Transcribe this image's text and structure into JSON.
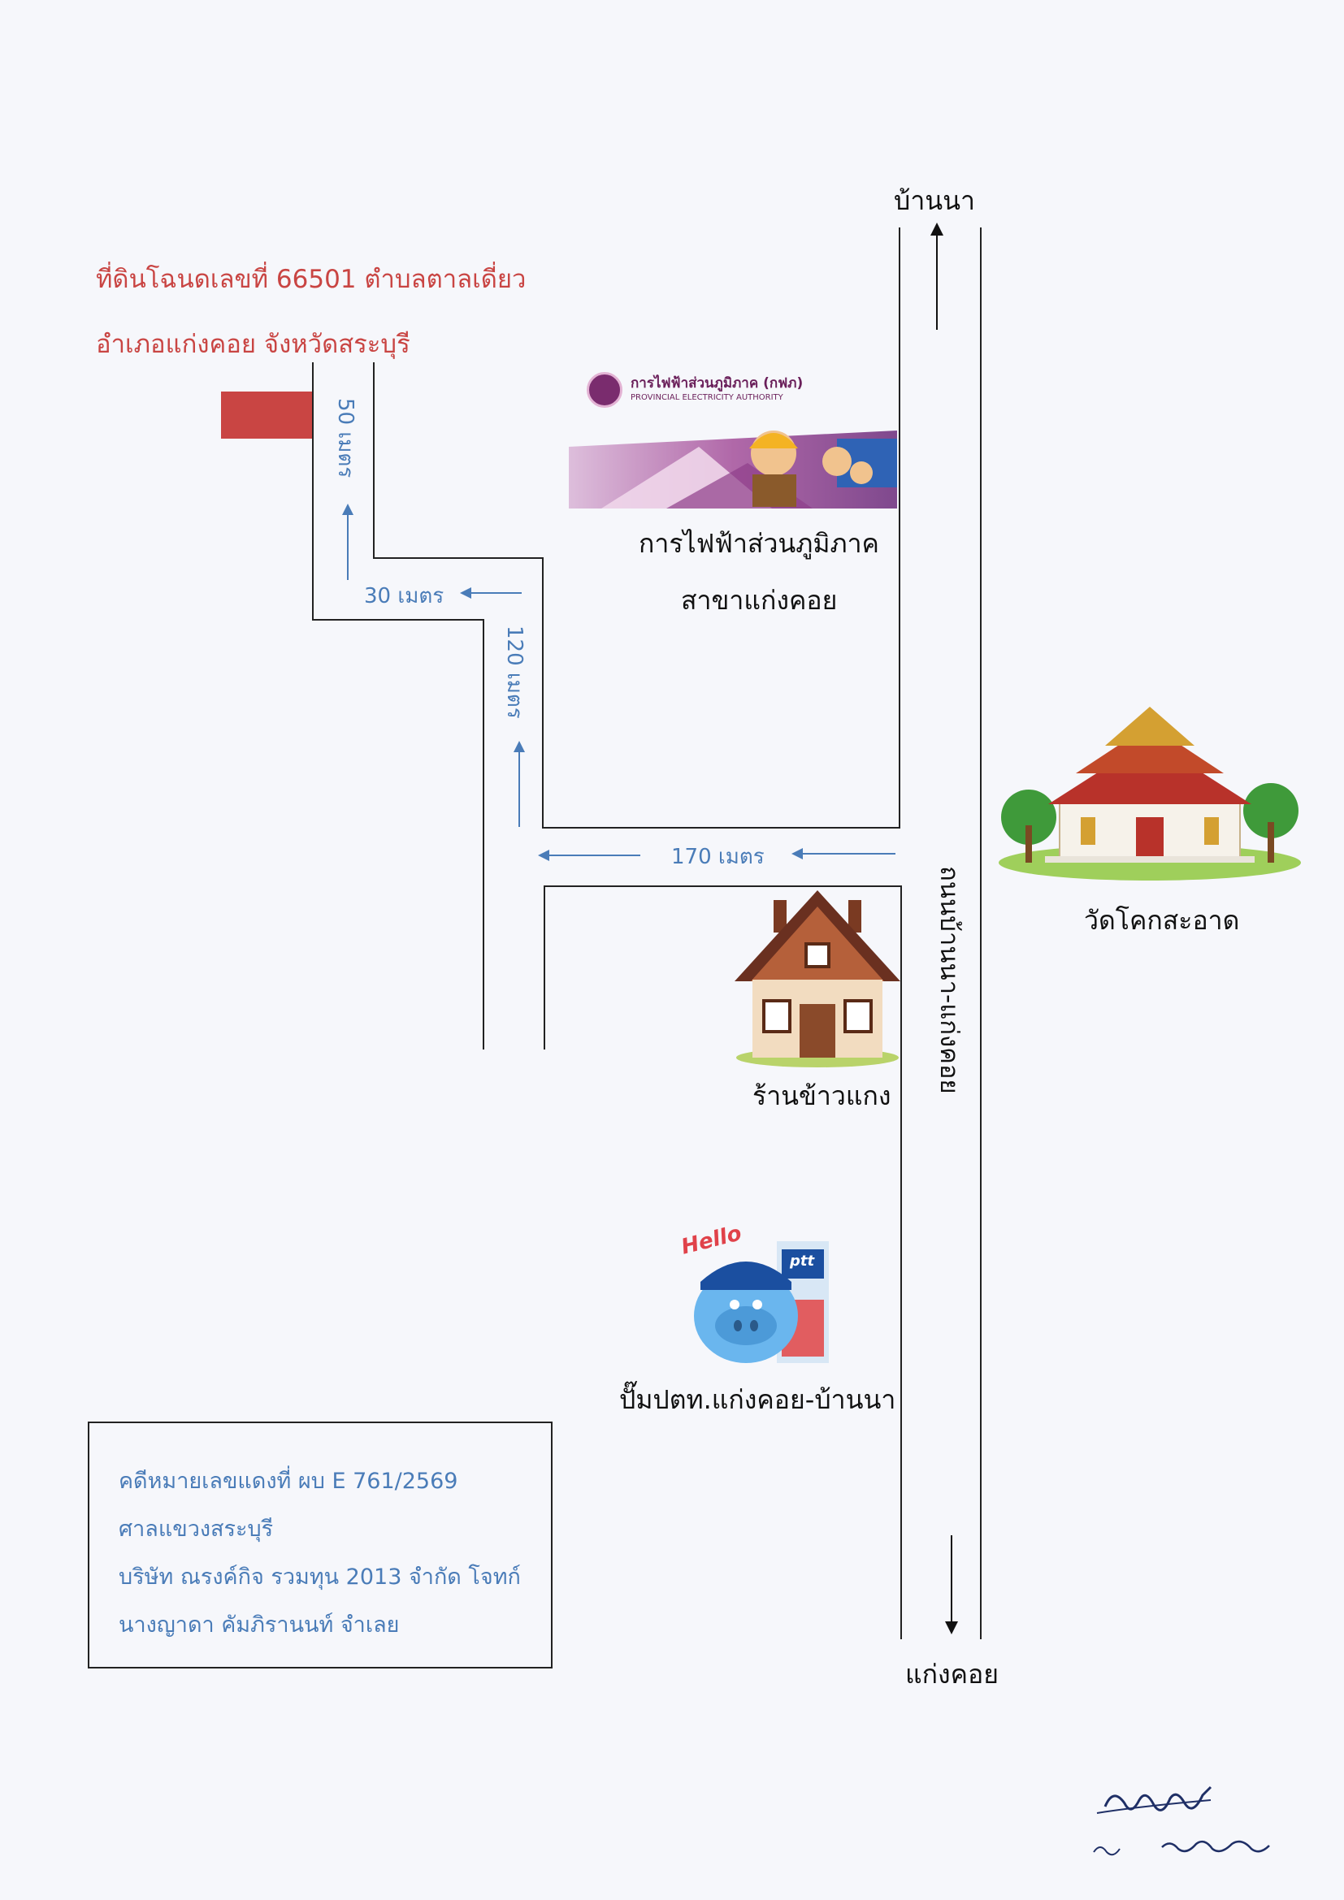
{
  "land": {
    "line1": "ที่ดินโฉนดเลขที่  66501  ตำบลตาลเดี่ยว",
    "line2": "อำเภอแก่งคอย  จังหวัดสระบุรี",
    "marker_color": "#c94543"
  },
  "distances": {
    "d50": "50 เมตร",
    "d30": "30 เมตร",
    "d120": "120 เมตร",
    "d170": "170 เมตร"
  },
  "road": {
    "north_label": "บ้านนา",
    "south_label": "แก่งคอย",
    "name": "ถนนบ้านนา-แก่งคอย"
  },
  "landmarks": {
    "pea_logo_th": "การไฟฟ้าส่วนภูมิภาค (กฟภ)",
    "pea_logo_en": "PROVINCIAL ELECTRICITY AUTHORITY",
    "pea_name1": "การไฟฟ้าส่วนภูมิภาค",
    "pea_name2": "สาขาแก่งคอย",
    "temple": "วัดโคกสะอาด",
    "shop": "ร้านข้าวแกง",
    "gas_station": "ปั๊มปตท.แก่งคอย-บ้านนา",
    "gas_hello": "Hello",
    "gas_brand": "ptt"
  },
  "case": {
    "line1": "คดีหมายเลขแดงที่ ผบ E 761/2569",
    "line2": "ศาลแขวงสระบุรี",
    "line3": "บริษัท ณรงค์กิจ รวมทุน 2013 จำกัด  โจทก์",
    "line4": "นางญาดา  คัมภิรานนท์  จำเลย"
  },
  "colors": {
    "red_text": "#c94543",
    "blue_text": "#4a7cb8",
    "ink": "#1f2f66"
  },
  "icons": [
    "pea-logo-icon",
    "worker-mascot-icon",
    "temple-icon",
    "house-icon",
    "mascot-hippo-icon",
    "arrow-icon",
    "signature-mark"
  ]
}
